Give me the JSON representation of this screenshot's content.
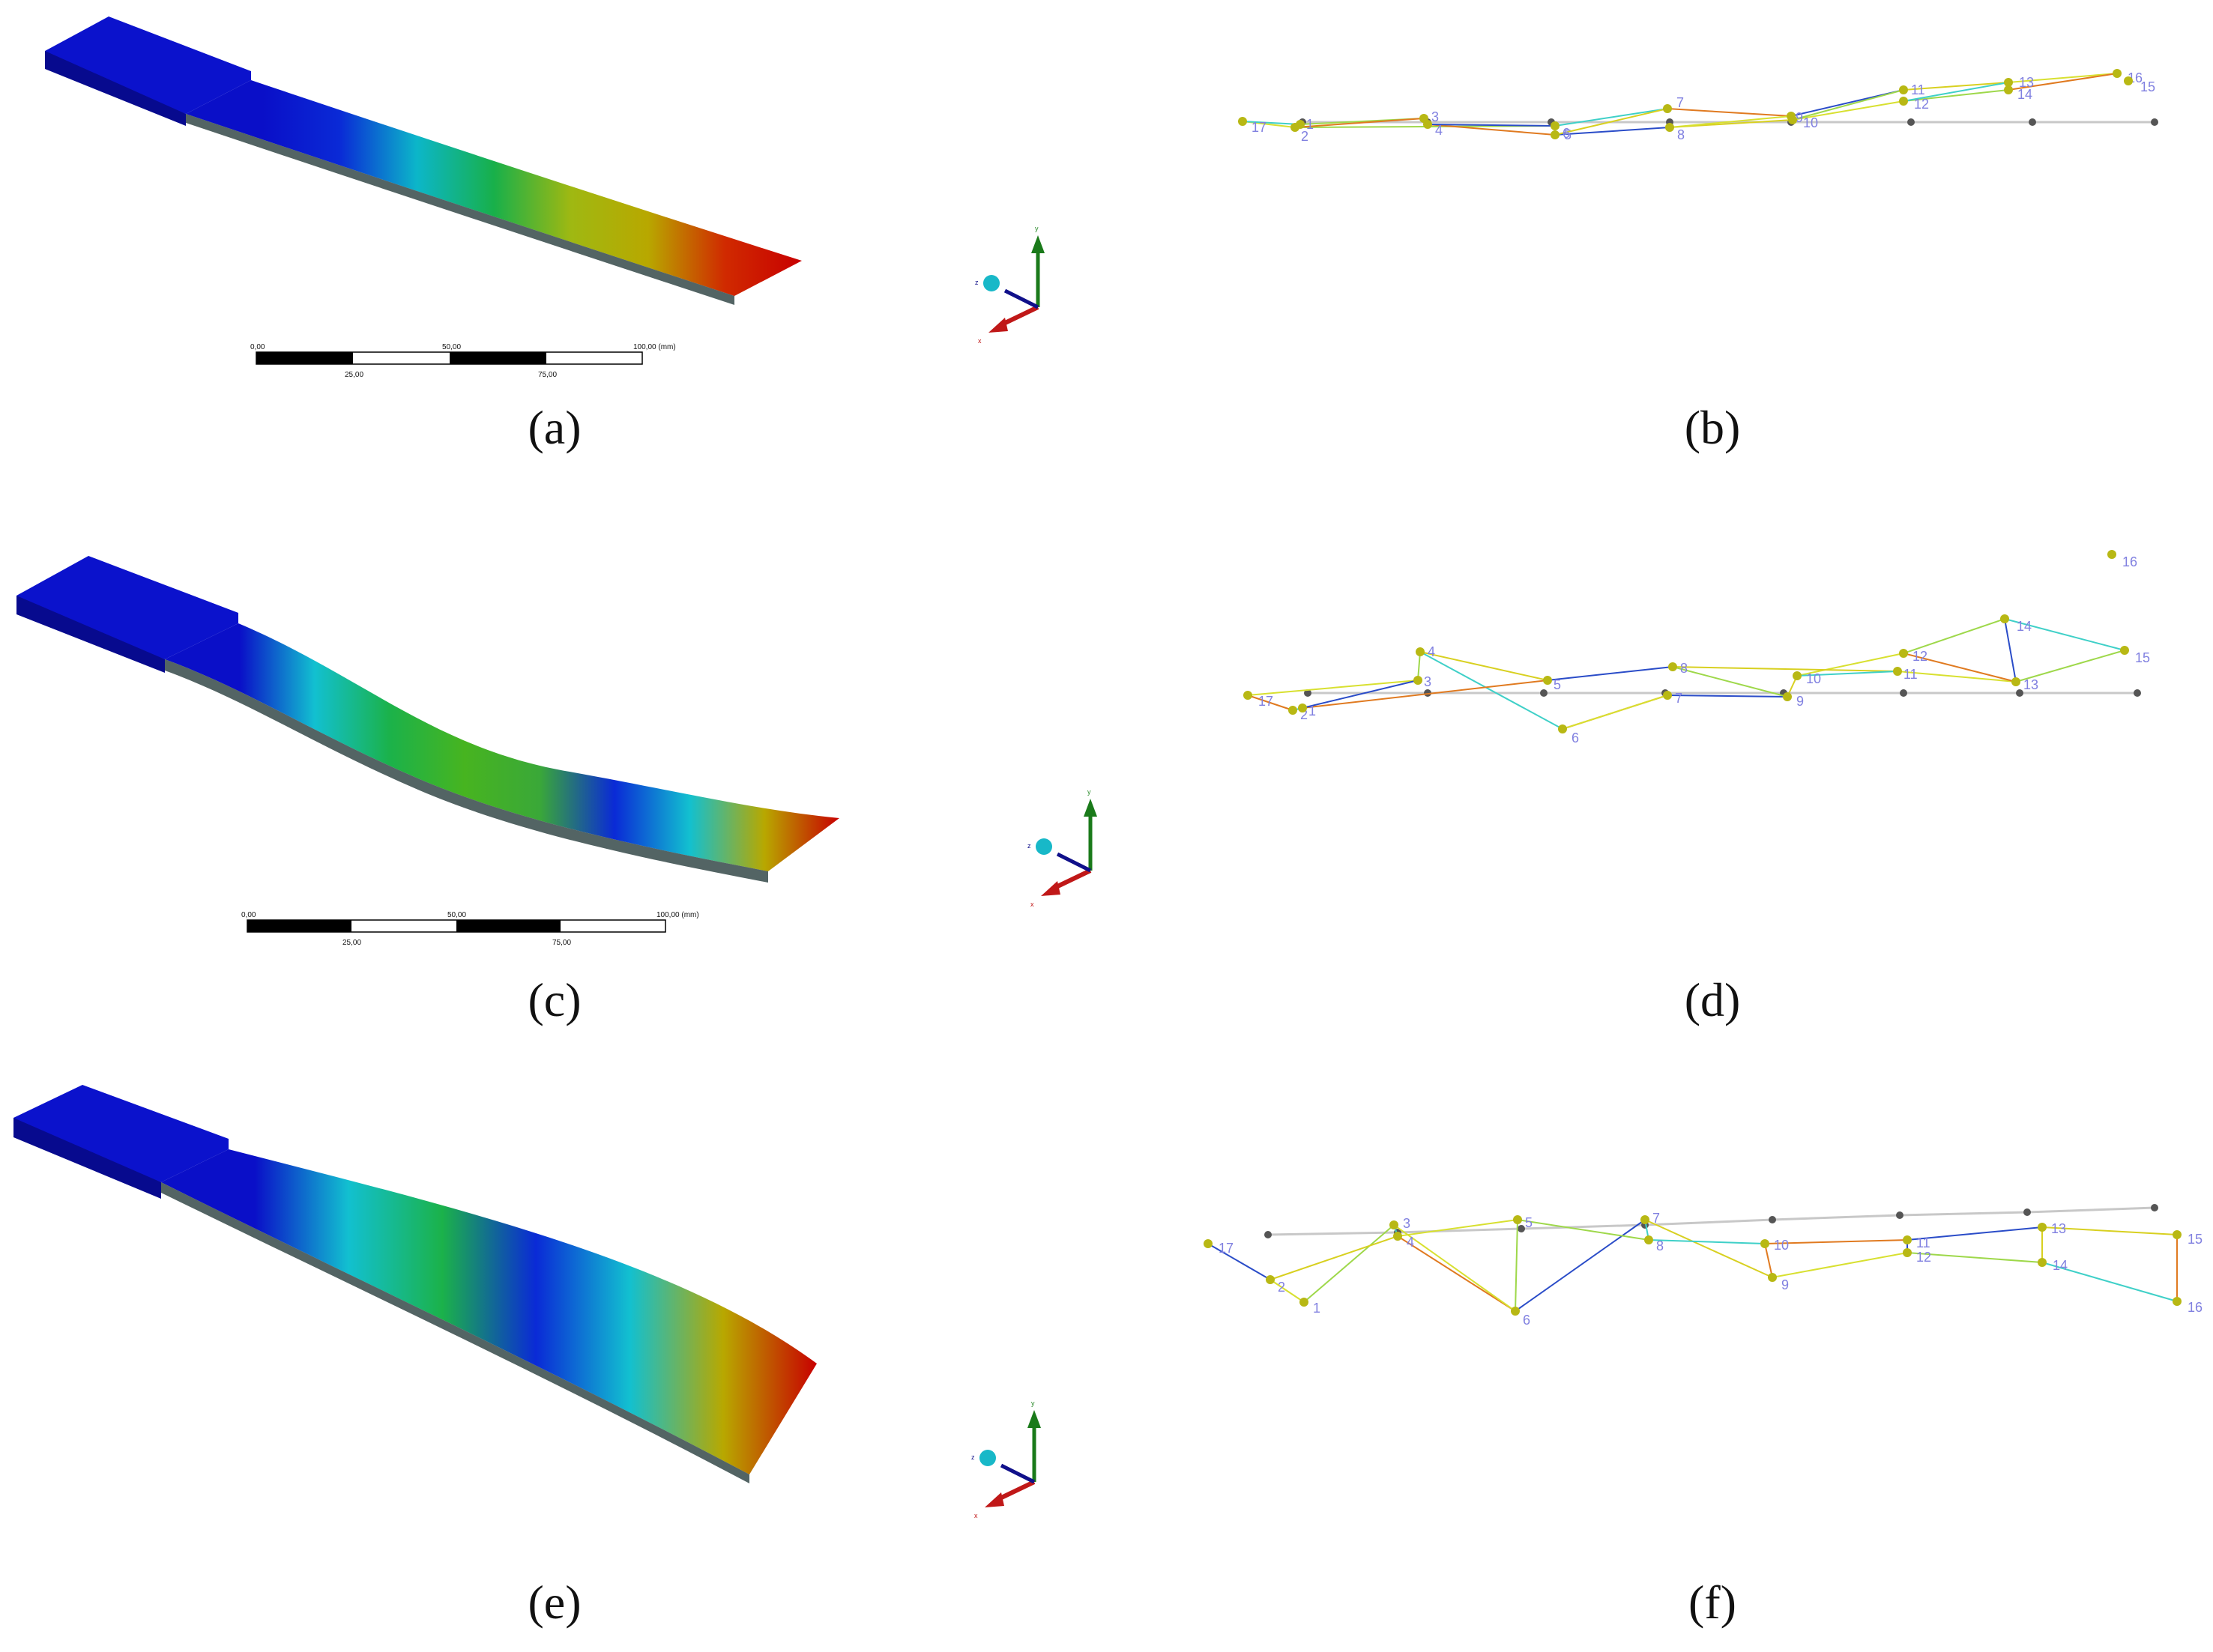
{
  "panels": [
    {
      "id": "a",
      "label": "(a)",
      "mode_gradient": [
        "#0a0fc8",
        "#0a0fc8",
        "#0a2ad6",
        "#0cb6c9",
        "#18b04a",
        "#9fb812",
        "#b8a800",
        "#d02a00",
        "#c80000"
      ]
    },
    {
      "id": "b",
      "label": "(b)"
    },
    {
      "id": "c",
      "label": "(c)",
      "mode_gradient": [
        "#0a0fc8",
        "#0a0fc8",
        "#12c0d0",
        "#1bb24a",
        "#47b420",
        "#3aa838",
        "#0a2ad6",
        "#12c0d0",
        "#b8a800",
        "#c80000"
      ]
    },
    {
      "id": "d",
      "label": "(d)"
    },
    {
      "id": "e",
      "label": "(e)",
      "mode_gradient": [
        "#0a0fc8",
        "#0a0fc8",
        "#12c0d0",
        "#1bb24a",
        "#0a2ad6",
        "#12c0d0",
        "#b8a800",
        "#c80000"
      ]
    },
    {
      "id": "f",
      "label": "(f)"
    }
  ],
  "scale_bar": {
    "ticks_top": [
      "0,00",
      "50,00",
      "100,00 (mm)"
    ],
    "ticks_bottom": [
      "25,00",
      "75,00"
    ]
  },
  "triad": {
    "x_label": "x",
    "y_label": "y",
    "z_label": "z"
  },
  "mode_shapes": {
    "b": {
      "labels": [
        "17",
        "1",
        "2",
        "3",
        "4",
        "5",
        "6",
        "7",
        "8",
        "9",
        "10",
        "11",
        "12",
        "13",
        "14",
        "16",
        "15"
      ]
    },
    "d": {
      "labels": [
        "17",
        "2",
        "1",
        "3",
        "4",
        "5",
        "6",
        "7",
        "8",
        "9",
        "10",
        "11",
        "12",
        "13",
        "14",
        "15",
        "16"
      ]
    },
    "f": {
      "labels": [
        "17",
        "2",
        "1",
        "3",
        "4",
        "5",
        "6",
        "7",
        "8",
        "9",
        "10",
        "11",
        "12",
        "13",
        "14",
        "15",
        "16"
      ]
    }
  },
  "colors": {
    "label_text": "#111111",
    "node_label": "#8080e0",
    "node_dot": "#b8b814",
    "node_dot_undeformed": "#555555",
    "undeformed_line": "#c8c8c8"
  }
}
